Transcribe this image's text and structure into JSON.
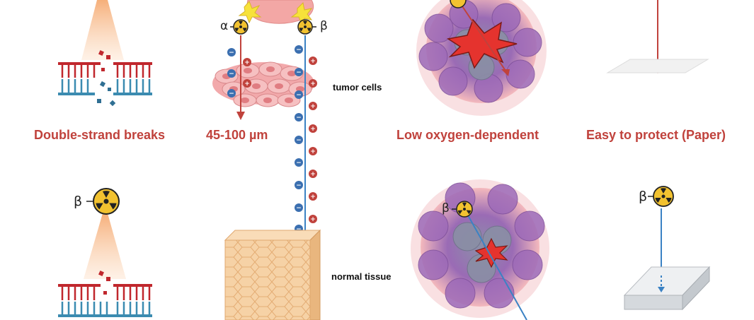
{
  "labels": {
    "double_strand_breaks": "Double-strand breaks",
    "range_alpha": "45-100 µm",
    "low_oxygen": "Low oxygen-dependent",
    "easy_protect": "Easy to protect (Paper)",
    "tumor_cells": "tumor cells",
    "normal_tissue": "normal tissue"
  },
  "symbols": {
    "alpha": "α",
    "beta": "β"
  },
  "icons": [
    "radiation-icon",
    "dna-icon",
    "tumor-icon",
    "paper-sheet-icon",
    "metal-block-icon"
  ],
  "colors": {
    "alpha_red": "#c0423c",
    "beta_blue": "#3b82c4",
    "radiation_yellow": "#f2c230",
    "tumor_purple": "#9a6bb5",
    "tumor_pink": "#f4b9bd",
    "tissue_tan": "#f3c99a"
  }
}
